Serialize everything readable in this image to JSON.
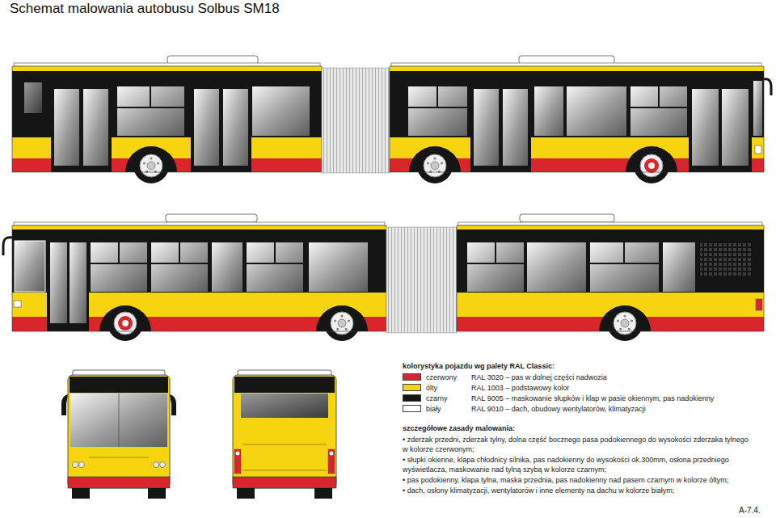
{
  "diagram": {
    "title": "Schemat malowania autobusu Solbus SM18",
    "labels": [
      "kolorystyka pojazdu wg palety RAL Classic:",
      "RAL 3020 – pas w dolnej części nadwozia",
      "RAL 1003 – podstawowy kolor",
      "RAL 9005 – maskowanie słupków i klap w pasie okiennym, pas nadokienny",
      "RAL 9010 – dach, obudowy wentylatorów, klimatyzacji",
      "szczegółowe zasady malowania:",
      "• zderzak przedni, zderzak tylny, dolna część bocznego pasa podokiennego do wysokości zderzaka tylnego w kolorze czerwonym;",
      "• słupki okienne, klapa chłodnicy silnika, pas nadokienny do wysokości ok.300mm, osłona przedniego wyświetlacza, maskowanie nad tylną szybą w kolorze czarnym;",
      "• pas podokienny, klapa tylna, maska przednia, pas nadokienny nad pasem czarnym w kolorze óltym;",
      "• dach, osłony klimatyzacji, wentylatorów i inne elementy na dachu w kolorze białym;",
      "A-7.4."
    ],
    "legend": [
      {
        "text": "czerwony",
        "color": "#d8262c"
      },
      {
        "text": "ólty",
        "color": "#f6d40f"
      },
      {
        "text": "czarny",
        "color": "#151515"
      },
      {
        "text": "biały",
        "color": "#ffffff"
      }
    ]
  }
}
